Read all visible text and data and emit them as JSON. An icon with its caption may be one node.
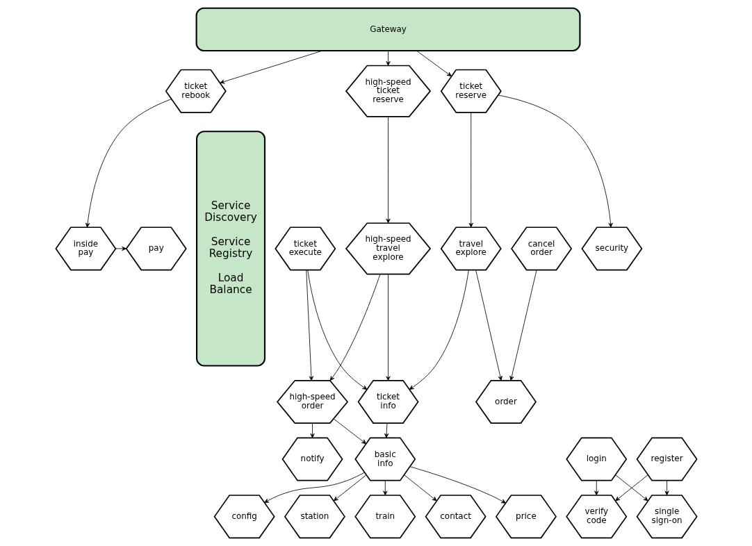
{
  "diagram": {
    "nodes": [
      {
        "text": [
          "Gateway"
        ]
      },
      {
        "text": [
          "Service Discovery",
          "Service Registry",
          "Load Balance"
        ]
      },
      {
        "text": [
          "ticket rebook"
        ]
      },
      {
        "text": [
          "high-speed ticket reserve"
        ]
      },
      {
        "text": [
          "ticket reserve"
        ]
      },
      {
        "text": [
          "ticket execute"
        ]
      },
      {
        "text": [
          "pay"
        ]
      },
      {
        "text": [
          "inside pay"
        ]
      },
      {
        "text": [
          "high-speed travel explore"
        ]
      },
      {
        "text": [
          "travel explore"
        ]
      },
      {
        "text": [
          "security"
        ]
      },
      {
        "text": [
          "cancel order"
        ]
      },
      {
        "text": [
          "high-speed order"
        ]
      },
      {
        "text": [
          "ticket info"
        ]
      },
      {
        "text": [
          "order"
        ]
      },
      {
        "text": [
          "notify"
        ]
      },
      {
        "text": [
          "basic info"
        ]
      },
      {
        "text": [
          "login"
        ]
      },
      {
        "text": [
          "register"
        ]
      },
      {
        "text": [
          "config"
        ]
      },
      {
        "text": [
          "station"
        ]
      },
      {
        "text": [
          "train"
        ]
      },
      {
        "text": [
          "contact"
        ]
      },
      {
        "text": [
          "price"
        ]
      },
      {
        "text": [
          "verify code"
        ]
      },
      {
        "text": [
          "single sign-on"
        ]
      }
    ],
    "edges": [
      {
        "from": 0,
        "to": 2,
        "arrow": "to"
      },
      {
        "from": 0,
        "to": 3,
        "arrow": "to"
      },
      {
        "from": 0,
        "to": 4,
        "arrow": "to"
      },
      {
        "from": 2,
        "to": 7,
        "arrow": "to"
      },
      {
        "from": 3,
        "to": 8,
        "arrow": "to"
      },
      {
        "from": 4,
        "to": 9,
        "arrow": "to"
      },
      {
        "from": 4,
        "to": 10,
        "arrow": "to"
      },
      {
        "from": 7,
        "to": 6,
        "arrow": "to"
      },
      {
        "from": 5,
        "to": 12,
        "arrow": "to"
      },
      {
        "from": 5,
        "to": 13,
        "arrow": "to"
      },
      {
        "from": 8,
        "to": 12,
        "arrow": "to"
      },
      {
        "from": 8,
        "to": 13,
        "arrow": "to"
      },
      {
        "from": 9,
        "to": 13,
        "arrow": "to"
      },
      {
        "from": 9,
        "to": 14,
        "arrow": "to"
      },
      {
        "from": 11,
        "to": 14,
        "arrow": "to"
      },
      {
        "from": 12,
        "to": 15,
        "arrow": "to"
      },
      {
        "from": 12,
        "to": 16,
        "arrow": "to"
      },
      {
        "from": 13,
        "to": 16,
        "arrow": "to"
      },
      {
        "from": 16,
        "to": 19,
        "arrow": "to"
      },
      {
        "from": 16,
        "to": 20,
        "arrow": "to"
      },
      {
        "from": 16,
        "to": 21,
        "arrow": "to"
      },
      {
        "from": 16,
        "to": 22,
        "arrow": "to"
      },
      {
        "from": 16,
        "to": 23,
        "arrow": "to"
      },
      {
        "from": 17,
        "to": 24,
        "arrow": "to"
      },
      {
        "from": 17,
        "to": 25,
        "arrow": "to"
      },
      {
        "from": 18,
        "to": 24,
        "arrow": "to"
      },
      {
        "from": 18,
        "to": 25,
        "arrow": "to"
      }
    ]
  }
}
